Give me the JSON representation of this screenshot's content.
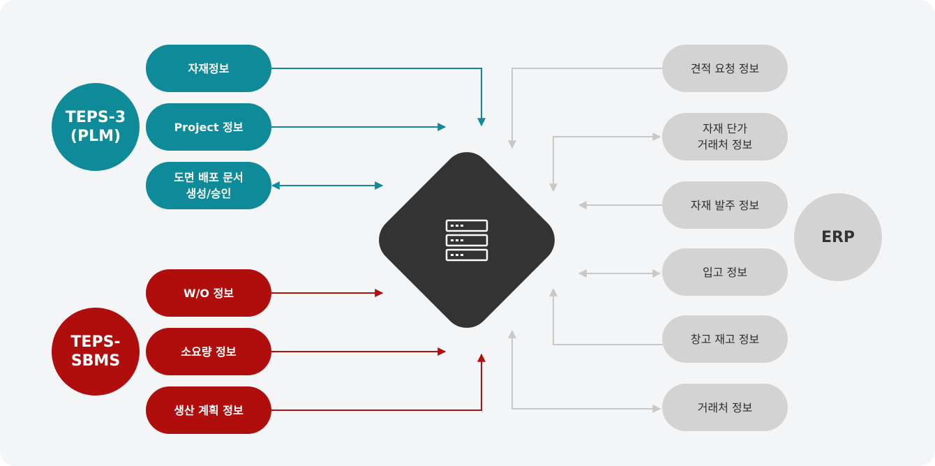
{
  "colors": {
    "background": "#f4f5f7",
    "plm": "#0e8a98",
    "sbms": "#b00d0d",
    "erp": "#d3d3d3",
    "hub": "#333333"
  },
  "hub": {
    "icon": "server-stack-icon"
  },
  "plm": {
    "label": "TEPS-3\n(PLM)",
    "items": [
      "자재정보",
      "Project 정보",
      "도면 배포 문서\n생성/승인"
    ]
  },
  "sbms": {
    "label": "TEPS-\nSBMS",
    "items": [
      "W/O 정보",
      "소요량 정보",
      "생산 계획 정보"
    ]
  },
  "erp": {
    "label": "ERP",
    "items": [
      "견적 요청 정보",
      "자재 단가\n거래처 정보",
      "자재 발주 정보",
      "입고 정보",
      "창고 재고 정보",
      "거래처 정보"
    ]
  }
}
